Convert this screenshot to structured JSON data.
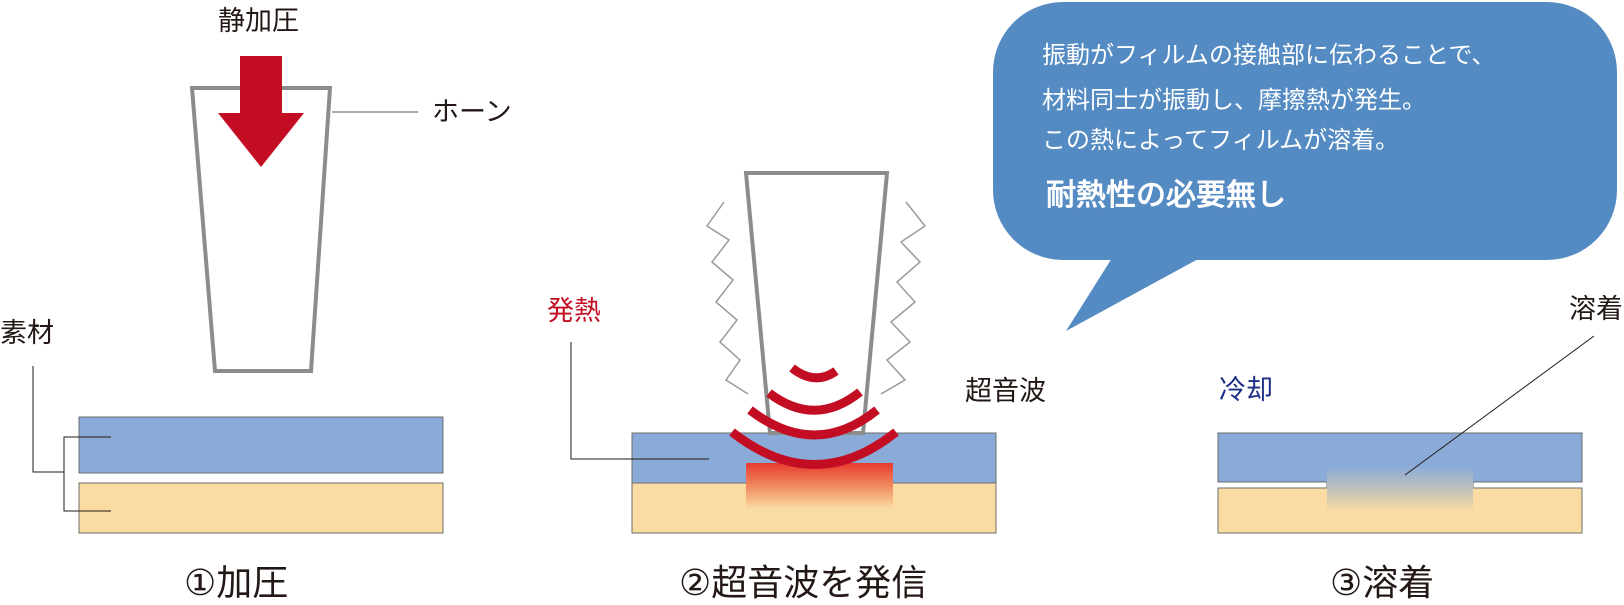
{
  "colors": {
    "film_top": "#8aabd8",
    "film_bottom": "#fadca3",
    "film_border": "#6e6e6e",
    "horn_stroke": "#8c8c8c",
    "arrow_red": "#c30d23",
    "wave_red": "#c30d23",
    "heat_top": "#e83a2f",
    "bubble_fill": "#558bc3",
    "cool_label": "#1d2f85",
    "text": "#231815"
  },
  "step1": {
    "pressure_label": "静加圧",
    "horn_label": "ホーン",
    "material_label": "素材",
    "caption": "①加圧"
  },
  "step2": {
    "heat_label": "発熱",
    "ultrasonic_label": "超音波",
    "caption": "②超音波を発信"
  },
  "step3": {
    "cooling_label": "冷却",
    "weld_label": "溶着",
    "caption": "③溶着"
  },
  "bubble": {
    "lines": [
      "振動がフィルムの接触部に伝わることで、",
      "材料同士が振動し、摩擦熱が発生。",
      "この熱によってフィルムが溶着。"
    ],
    "emphasis": "耐熱性の必要無し"
  }
}
